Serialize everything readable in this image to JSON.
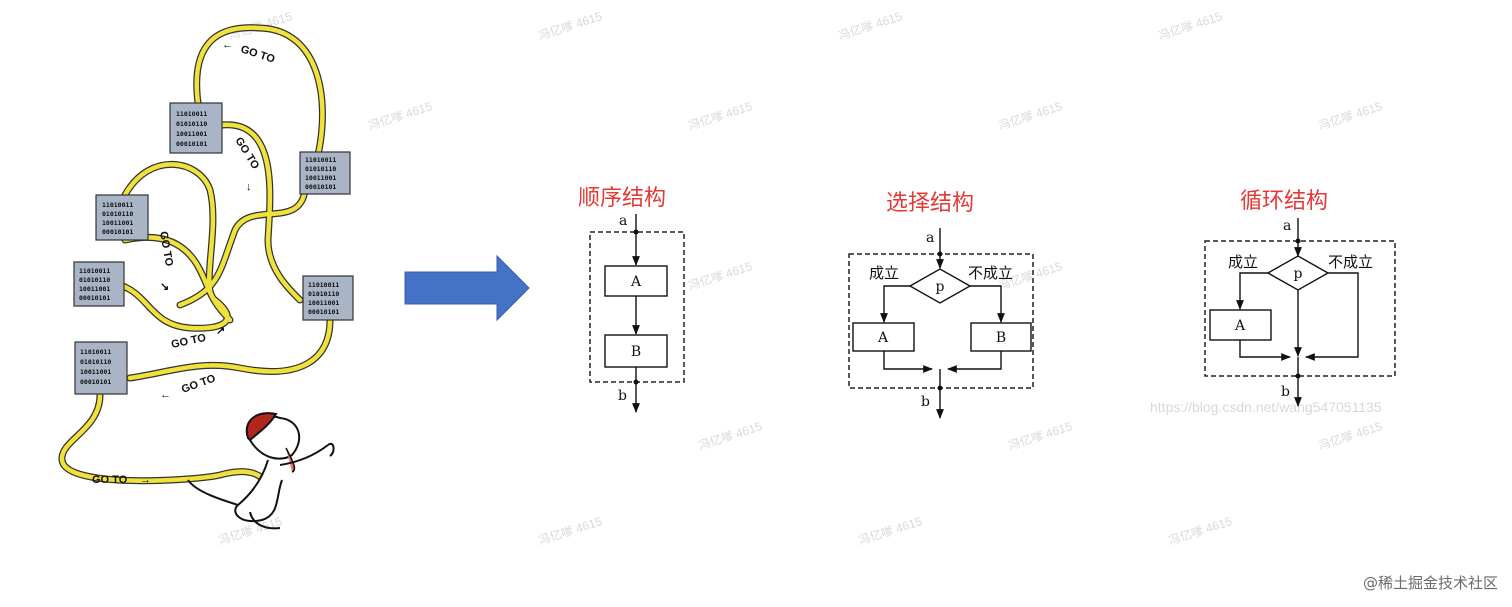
{
  "spaghetti": {
    "binary_block": [
      "11010011",
      "01010110",
      "10011001",
      "00010101"
    ],
    "goto_text": "GO TO"
  },
  "sequence": {
    "title": "顺序结构",
    "a": "a",
    "b": "b",
    "box1": "A",
    "box2": "B"
  },
  "selection": {
    "title": "选择结构",
    "a": "a",
    "b": "b",
    "p": "p",
    "yes": "成立",
    "no": "不成立",
    "box1": "A",
    "box2": "B"
  },
  "loop": {
    "title": "循环结构",
    "a": "a",
    "b": "b",
    "p": "p",
    "yes": "成立",
    "no": "不成立",
    "box1": "A"
  },
  "watermark": {
    "url": "https://blog.csdn.net/wang547051135",
    "mark": "冯亿嗲 4615"
  },
  "site_mark": "@稀土掘金技术社区",
  "colors": {
    "title": "#e53935",
    "arrow": "#4472c4",
    "cable": "#f0e23a",
    "chip": "#a9b5c6"
  }
}
